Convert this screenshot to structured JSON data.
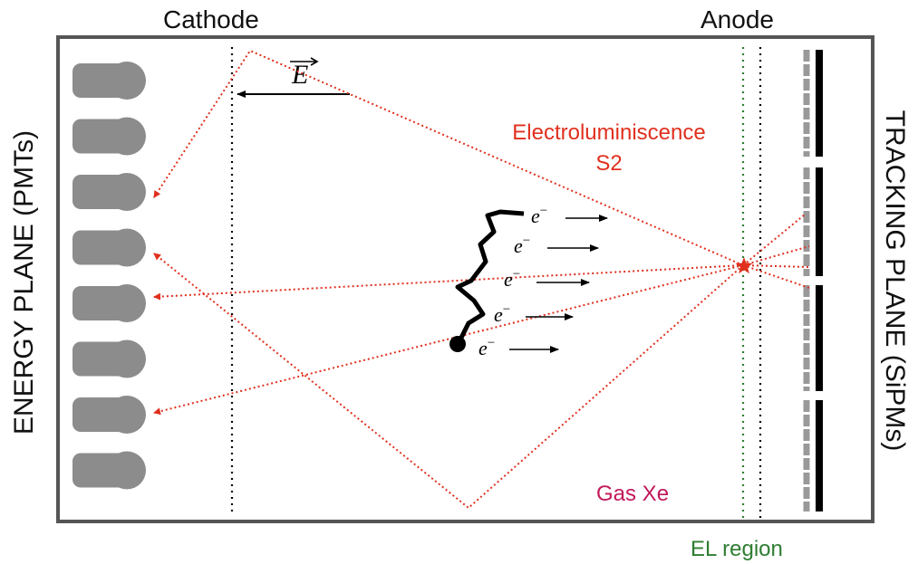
{
  "labels": {
    "cathode": "Cathode",
    "anode": "Anode",
    "field": "E",
    "electroluminescence": "Electroluminiscence",
    "s2": "S2",
    "gas": "Gas Xe",
    "el_region": "EL region",
    "energy_plane": "ENERGY PLANE (PMTs)",
    "tracking_plane": "TRACKING PLANE (SiPMs)",
    "electron": "e",
    "electron_charge": "−"
  },
  "colors": {
    "frame": "#555555",
    "pmt": "#8c8c8c",
    "light_ray": "#e0301e",
    "gas_label": "#c2185b",
    "el_region": "#2e7d32",
    "tracking_bar": "#000000",
    "tracking_sipm": "#999999"
  },
  "counts": {
    "pmts": 8,
    "electrons": 5
  }
}
